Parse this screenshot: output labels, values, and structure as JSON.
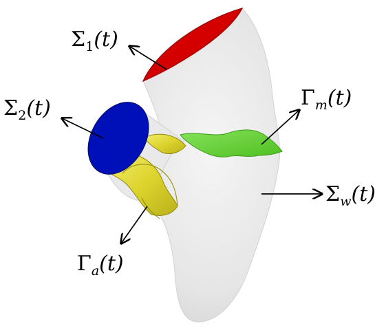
{
  "labels": {
    "sigma1": {
      "symbol": "Σ",
      "sub": "1",
      "arg": "(t)"
    },
    "sigma2": {
      "symbol": "Σ",
      "sub": "2",
      "arg": "(t)"
    },
    "gammaM": {
      "symbol": "Γ",
      "sub": "m",
      "arg": "(t)"
    },
    "sigmaW": {
      "symbol": "Σ",
      "sub": "w",
      "arg": "(t)"
    },
    "gammaA": {
      "symbol": "Γ",
      "sub": "a",
      "arg": "(t)"
    }
  },
  "colors": {
    "vessel": "#e7e7e7",
    "outlet_1": "#d40000",
    "outlet_2": "#0010b8",
    "mitral_valve": "#6fd63a",
    "aortic_valve": "#e3dc33",
    "arrow": "#000000"
  }
}
